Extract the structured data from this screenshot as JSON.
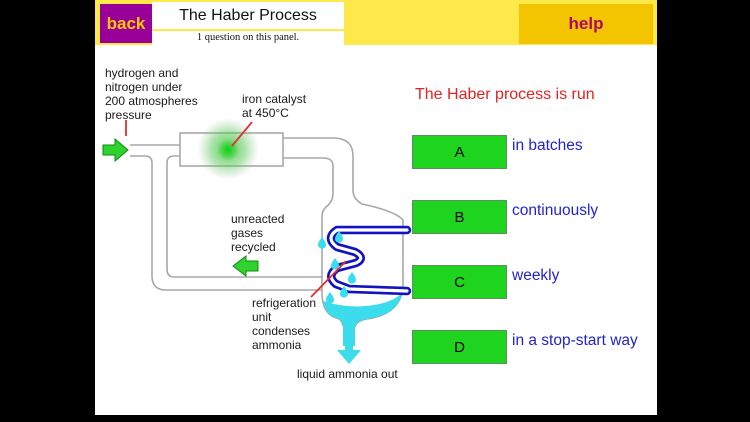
{
  "header": {
    "back_label": "back",
    "title": "The Haber Process",
    "subtitle": "1 question on this panel.",
    "help_label": "help"
  },
  "question": {
    "prompt": "The Haber process is run",
    "options": [
      {
        "key": "A",
        "label": "in batches"
      },
      {
        "key": "B",
        "label": "continuously"
      },
      {
        "key": "C",
        "label": "weekly"
      },
      {
        "key": "D",
        "label": "in a stop-start way"
      }
    ]
  },
  "diagram": {
    "feed_label": [
      "hydrogen and",
      "nitrogen under",
      "200 atmospheres",
      "pressure"
    ],
    "catalyst_label": [
      "iron catalyst",
      "at 450°C"
    ],
    "recycle_label": [
      "unreacted",
      "gases",
      "recycled"
    ],
    "refrigeration_label": [
      "refrigeration",
      "unit",
      "condenses",
      "ammonia"
    ],
    "output_label": "liquid ammonia out"
  },
  "colors": {
    "header_bg": "#FFE94A",
    "back_bg": "#990099",
    "back_text": "#FFC800",
    "help_bg": "#F2C500",
    "help_text": "#B00668",
    "question_text": "#E32222",
    "answer_text": "#2323CC",
    "option_bg": "#1FD41F",
    "arrow_green": "#2FD32F",
    "coil_blue": "#1313C0",
    "ammonia_cyan": "#3BDCEC",
    "pipe_gray": "#A8A8A8"
  }
}
